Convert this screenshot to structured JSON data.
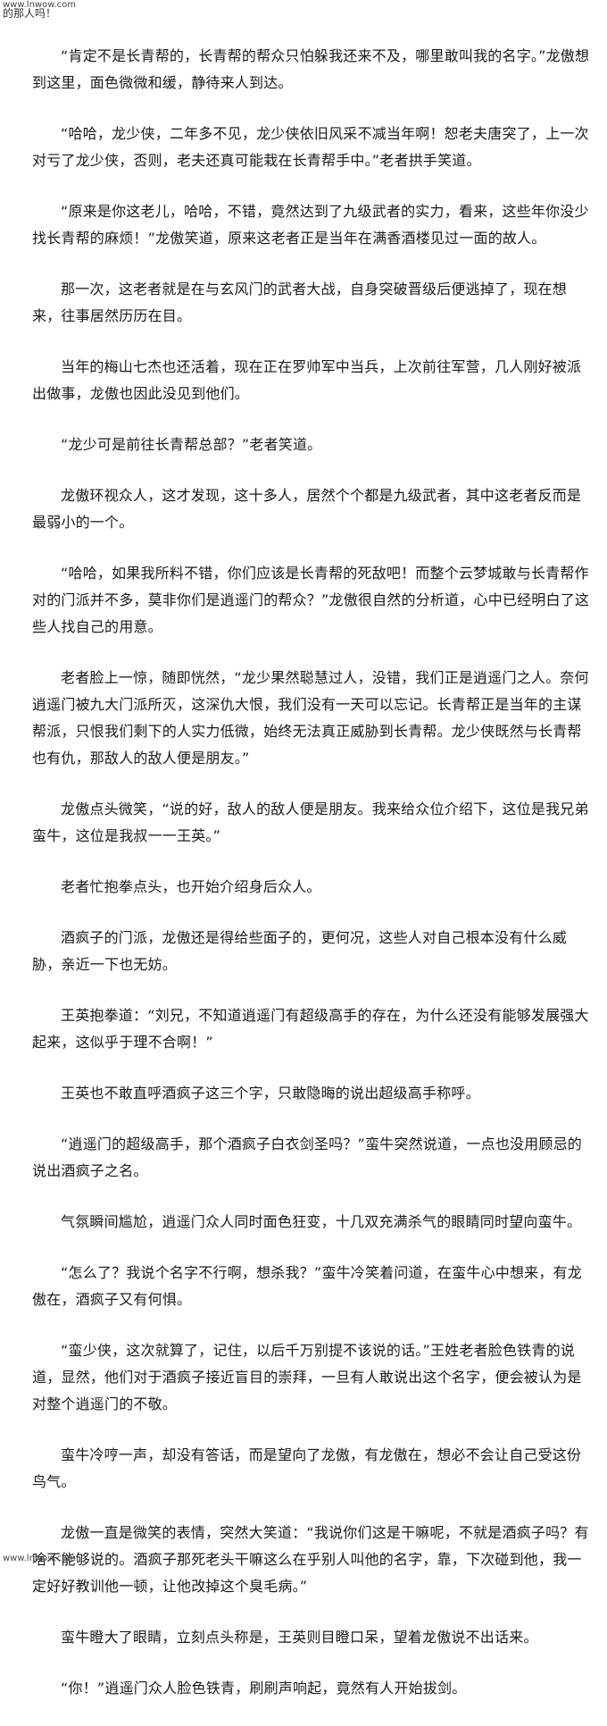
{
  "watermark_top": "www.lnwow.com",
  "header_fragment": "的那人吗！",
  "watermark_bottom": "www.lnwow.com",
  "paragraphs": [
    "“肯定不是长青帮的，长青帮的帮众只怕躲我还来不及，哪里敢叫我的名字。”龙傲想到这里，面色微微和缓，静待来人到达。",
    "“哈哈，龙少侠，二年多不见，龙少侠依旧风采不减当年啊！恕老夫唐突了，上一次对亏了龙少侠，否则，老夫还真可能栽在长青帮手中。”老者拱手笑道。",
    "“原来是你这老儿，哈哈，不错，竟然达到了九级武者的实力，看来，这些年你没少找长青帮的麻烦！”龙傲笑道，原来这老者正是当年在满香酒楼见过一面的故人。",
    "那一次，这老者就是在与玄风门的武者大战，自身突破晋级后便逃掉了，现在想来，往事居然历历在目。",
    "当年的梅山七杰也还活着，现在正在罗帅军中当兵，上次前往军营，几人刚好被派出做事，龙傲也因此没见到他们。",
    "“龙少可是前往长青帮总部？”老者笑道。",
    "龙傲环视众人，这才发现，这十多人，居然个个都是九级武者，其中这老者反而是最弱小的一个。",
    "“哈哈，如果我所料不错，你们应该是长青帮的死敌吧！而整个云梦城敢与长青帮作对的门派并不多，莫非你们是逍遥门的帮众？”龙傲很自然的分析道，心中已经明白了这些人找自己的用意。",
    "老者脸上一惊，随即恍然，“龙少果然聪慧过人，没错，我们正是逍遥门之人。奈何逍遥门被九大门派所灭，这深仇大恨，我们没有一天可以忘记。长青帮正是当年的主谋帮派，只恨我们剩下的人实力低微，始终无法真正威胁到长青帮。龙少侠既然与长青帮也有仇，那敌人的敌人便是朋友。”",
    "龙傲点头微笑，“说的好，敌人的敌人便是朋友。我来给众位介绍下，这位是我兄弟蛮牛，这位是我叔一一王英。”",
    "老者忙抱拳点头，也开始介绍身后众人。",
    "酒疯子的门派，龙傲还是得给些面子的，更何况，这些人对自己根本没有什么威胁，亲近一下也无妨。",
    "王英抱拳道：“刘兄，不知道逍遥门有超级高手的存在，为什么还没有能够发展强大起来，这似乎于理不合啊！”",
    "王英也不敢直呼酒疯子这三个字，只敢隐晦的说出超级高手称呼。",
    "“逍遥门的超级高手，那个酒疯子白衣剑圣吗？”蛮牛突然说道，一点也没用顾忌的说出酒疯子之名。",
    "气氛瞬间尴尬，逍遥门众人同时面色狂变，十几双充满杀气的眼睛同时望向蛮牛。",
    "“怎么了？我说个名字不行啊，想杀我？”蛮牛冷笑着问道，在蛮牛心中想来，有龙傲在，酒疯子又有何惧。",
    "“蛮少侠，这次就算了，记住，以后千万别提不该说的话。”王姓老者脸色铁青的说道，显然，他们对于酒疯子接近盲目的崇拜，一旦有人敢说出这个名字，便会被认为是对整个逍遥门的不敬。",
    "蛮牛冷哼一声，却没有答话，而是望向了龙傲，有龙傲在，想必不会让自己受这份鸟气。",
    "龙傲一直是微笑的表情，突然大笑道：“我说你们这是干嘛呢，不就是酒疯子吗？有啥不能够说的。酒疯子那死老头干嘛这么在乎别人叫他的名字，靠，下次碰到他，我一定好好教训他一顿，让他改掉这个臭毛病。”",
    "蛮牛瞪大了眼睛，立刻点头称是，王英则目瞪口呆，望着龙傲说不出话来。",
    "“你！”逍遥门众人脸色铁青，刷刷声响起，竟然有人开始拔剑。"
  ]
}
